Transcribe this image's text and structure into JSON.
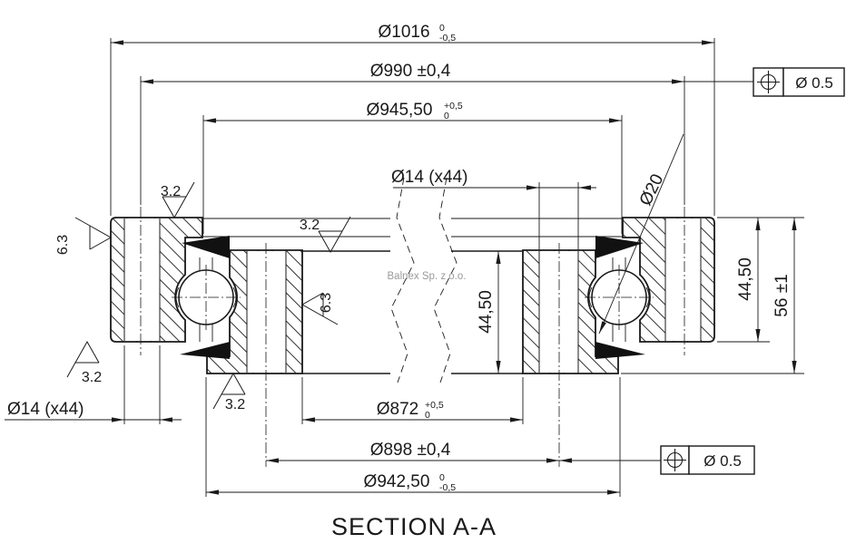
{
  "section_title": "SECTION A-A",
  "watermark": "Balnex Sp. z o.o.",
  "dims": {
    "od": {
      "v": "Ø1016",
      "tt": "0",
      "tb": "-0,5"
    },
    "bolt_outer": {
      "v": "Ø990 ±0,4"
    },
    "race_outer": {
      "v": "Ø945,50",
      "tt": "+0,5",
      "tb": "0"
    },
    "hole_top": {
      "v": "Ø14 (x44)"
    },
    "ball": {
      "v": "Ø20"
    },
    "hole_left": {
      "v": "Ø14 (x44)"
    },
    "bore": {
      "v": "Ø872",
      "tt": "+0,5",
      "tb": "0"
    },
    "bolt_inner": {
      "v": "Ø898 ±0,4"
    },
    "race_inner": {
      "v": "Ø942,50",
      "tt": "0",
      "tb": "-0,5"
    },
    "h_outer_center": {
      "v": "44,50"
    },
    "h_outer_right": {
      "v": "44,50"
    },
    "h_total": {
      "v": "56 ±1"
    }
  },
  "roughness": {
    "top_left": "3.2",
    "top_center": "3.2",
    "od_face": "6.3",
    "bore_face": "6.3",
    "bottom_left": "3.2",
    "bottom_center": "3.2"
  },
  "frames": {
    "top": {
      "value": "Ø 0.5"
    },
    "bottom": {
      "value": "Ø 0.5"
    }
  }
}
